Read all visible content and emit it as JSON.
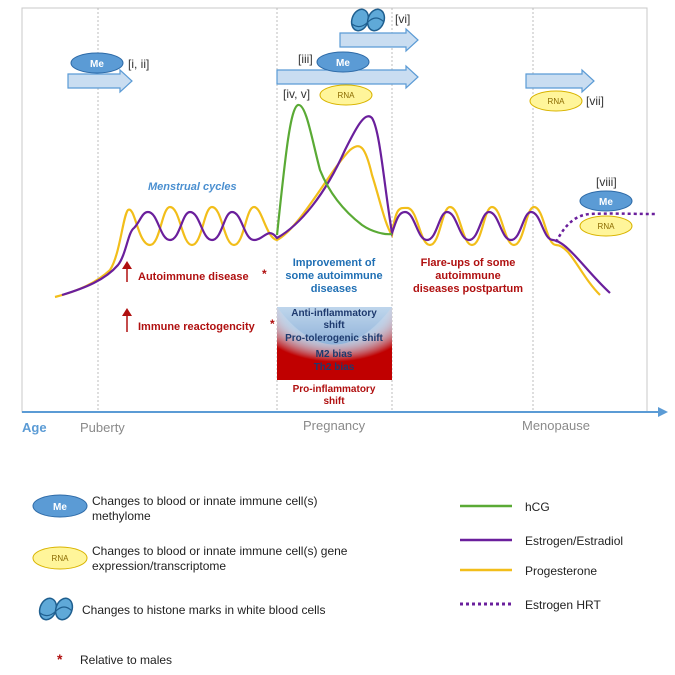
{
  "colors": {
    "hcg": "#5AAA35",
    "estrogen": "#6A1F9C",
    "progesterone": "#F2BE1A",
    "axis": "#5B9BD5",
    "darkred": "#B01010",
    "blue_text": "#1F6FB4",
    "navy": "#1E3A6E"
  },
  "axis": {
    "label": "Age",
    "stages": [
      "Puberty",
      "Pregnancy",
      "Menopause"
    ]
  },
  "top_labels": {
    "ref_i_ii": "[i, ii]",
    "ref_iii": "[iii]",
    "ref_iv_v": "[iv, v]",
    "ref_vi": "[vi]",
    "ref_vii": "[vii]",
    "ref_viii": "[viii]",
    "me": "Me",
    "rna": "RNA"
  },
  "annotations": {
    "menstrual_cycles": "Menstrual cycles",
    "autoimmune_disease": "Autoimmune disease",
    "immune_reactogencity": "Immune reactogencity",
    "asterisk": "*",
    "improvement": [
      "Improvement of",
      "some autoimmune",
      "diseases"
    ],
    "flare_ups": [
      "Flare-ups of some",
      "autoimmune",
      "diseases postpartum"
    ],
    "shift_box": {
      "anti_inflammatory": [
        "Anti-inflammatory",
        "shift"
      ],
      "pro_tolerogenic": "Pro-tolerogenic shift",
      "m2_bias": "M2 bias",
      "th2_bias": "Th2 bias",
      "pro_inflammatory": [
        "Pro-inflammatory",
        "shift"
      ]
    }
  },
  "legend_left": [
    {
      "icon": "Me",
      "text": [
        "Changes to blood or innate immune cell(s)",
        "methylome"
      ]
    },
    {
      "icon": "RNA",
      "text": [
        "Changes to blood or innate immune cell(s) gene",
        "expression/transcriptome"
      ]
    },
    {
      "icon": "",
      "text": [
        "Changes to histone marks in white blood cells"
      ]
    },
    {
      "icon": "*",
      "text": [
        "Relative to males"
      ]
    }
  ],
  "legend_right": [
    "hCG",
    "Estrogen/Estradiol",
    "Progesterone",
    "Estrogen HRT"
  ]
}
